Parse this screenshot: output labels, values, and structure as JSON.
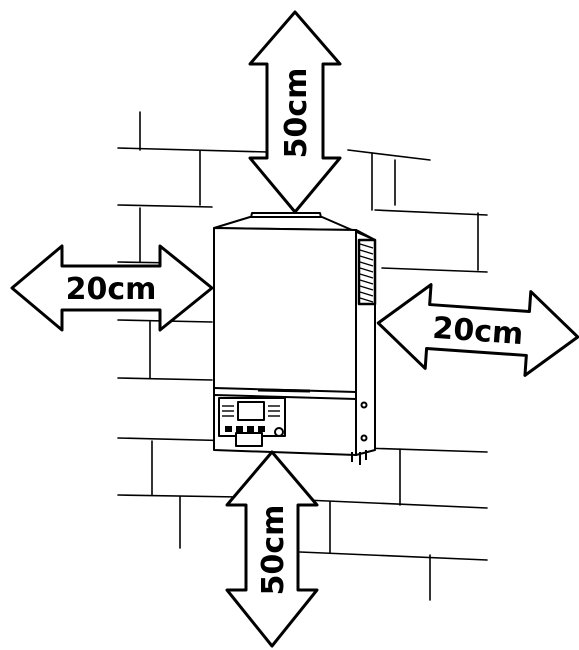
{
  "clearances": {
    "top": "50cm",
    "bottom": "50cm",
    "left": "20cm",
    "right": "20cm"
  },
  "colors": {
    "stroke": "#000000",
    "fill": "#ffffff"
  }
}
